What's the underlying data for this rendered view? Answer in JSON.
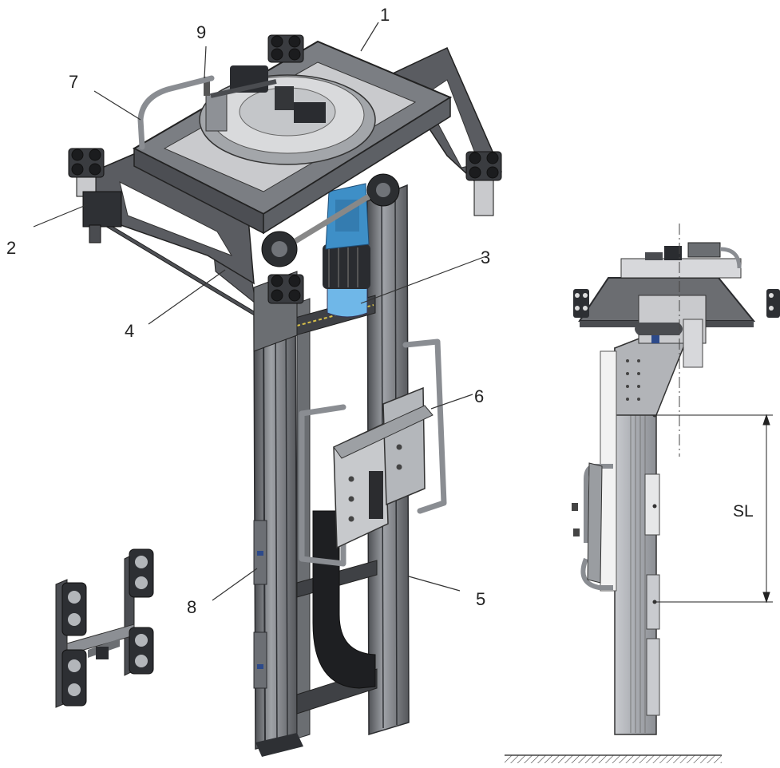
{
  "callouts": {
    "c1": "1",
    "c2": "2",
    "c3": "3",
    "c4": "4",
    "c5": "5",
    "c6": "6",
    "c7": "7",
    "c8": "8",
    "c9": "9"
  },
  "dimension": {
    "stroke_label": "SL"
  },
  "colors": {
    "frame": "#5f6166",
    "frame_dark": "#3d3f44",
    "frame_light": "#8e9196",
    "aluminium": "#b9bcc1",
    "plate": "#d7d8db",
    "motor_blue": "#6fb7e8",
    "motor_dark": "#2a2c30",
    "leader": "#333333"
  }
}
